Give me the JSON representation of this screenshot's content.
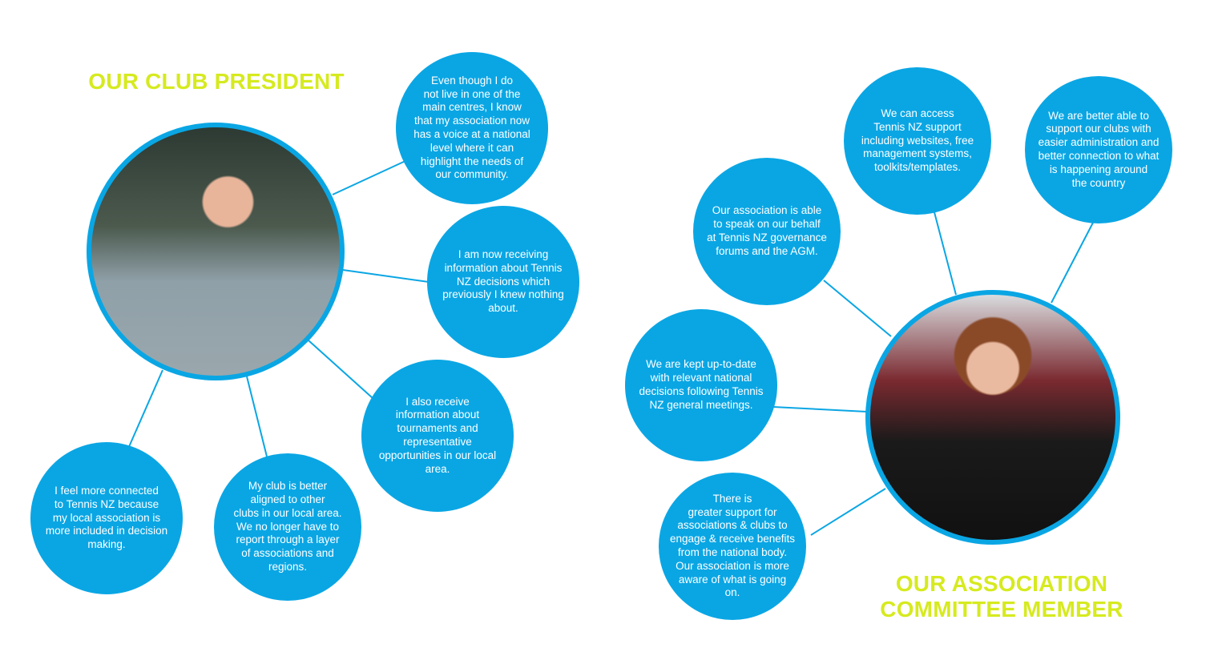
{
  "colors": {
    "bubble": "#0aa6e4",
    "title": "#d6ea1f"
  },
  "president": {
    "title": "OUR CLUB PRESIDENT",
    "photo_label": "club-president-photo",
    "bubbles": [
      {
        "lines": [
          "Even though I do",
          "not live in one of the",
          "main centres, I know",
          "that my association now",
          "has a voice at a national",
          "level where it can",
          "highlight the needs of",
          "our community."
        ]
      },
      {
        "lines": [
          "I am now receiving",
          "information about Tennis",
          "NZ decisions which",
          "previously I knew nothing",
          "about."
        ]
      },
      {
        "lines": [
          "I also receive",
          "information about",
          "tournaments and",
          "representative",
          "opportunities in our local",
          "area."
        ]
      },
      {
        "lines": [
          "I feel more connected",
          "to Tennis NZ because",
          "my local association is",
          "more included in decision",
          "making."
        ]
      },
      {
        "lines": [
          "My club is better",
          "aligned to other",
          "clubs in our local area.",
          "We no longer have  to",
          "report through a layer",
          "of associations and",
          "regions."
        ]
      }
    ]
  },
  "committee": {
    "title_lines": [
      "OUR ASSOCIATION",
      "COMMITTEE MEMBER"
    ],
    "bubbles": [
      {
        "lines": [
          "Our association is able",
          "to speak on our behalf",
          "at Tennis NZ governance",
          "forums and the AGM."
        ]
      },
      {
        "lines": [
          "We can access",
          "Tennis NZ support",
          "including websites, free",
          "management systems,",
          "toolkits/templates."
        ]
      },
      {
        "lines": [
          "We are better able to",
          "support our clubs with",
          "easier administration and",
          "better connection to what",
          "is happening around",
          "the country"
        ]
      },
      {
        "lines": [
          "We are kept up-to-date",
          "with relevant national",
          "decisions following Tennis",
          "NZ general meetings."
        ]
      },
      {
        "lines": [
          "There is",
          "greater support for",
          "associations & clubs to",
          "engage & receive benefits",
          "from the national body.",
          "Our association is more",
          "aware of what is going",
          "on."
        ]
      }
    ]
  }
}
